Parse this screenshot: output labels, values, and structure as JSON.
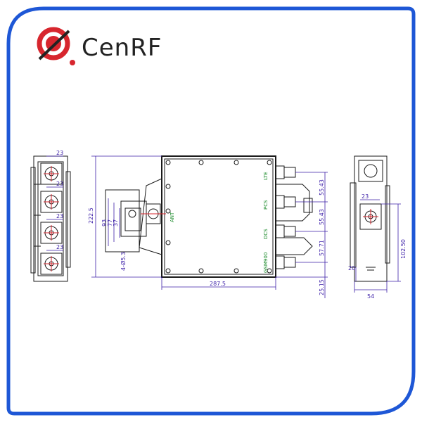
{
  "brand": {
    "name": "CenRF",
    "accent": "#d7262e",
    "frame_color": "#1e57d6"
  },
  "drawing": {
    "line_color": "#1a1a1a",
    "dim_color": "#3c1fa8",
    "label_color": "#1a8a2a",
    "ports": [
      "LTE",
      "PCS",
      "DCS",
      "GSM900"
    ],
    "center_label": "ANT",
    "dims_top_view": {
      "width": "287.5",
      "height": "222.5",
      "d1": "93",
      "d2": "77",
      "d3": "37",
      "holes": "4-Ø5.3"
    },
    "dims_right": [
      "55.43",
      "55.43",
      "57.71",
      "25.15"
    ],
    "dims_side_view": {
      "a": "23",
      "b": "20",
      "c": "54",
      "d": "102.50"
    },
    "dim_small": "23"
  }
}
